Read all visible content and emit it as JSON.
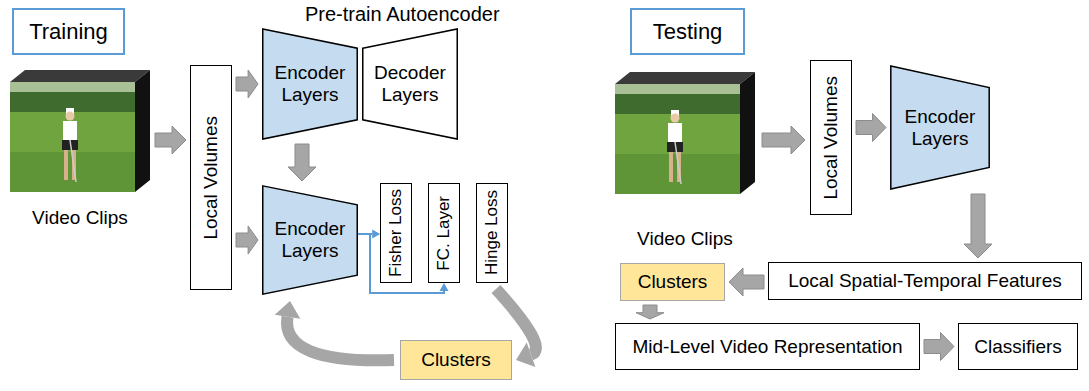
{
  "diagram": {
    "nodes": [
      {
        "text": [
          "Training"
        ]
      },
      {
        "text": [
          "Local Volumes"
        ]
      },
      {
        "text": [
          "Encoder Layers"
        ]
      },
      {
        "text": [
          "Decoder Layers"
        ]
      },
      {
        "text": [
          "Encoder Layers"
        ]
      },
      {
        "text": [
          "Fisher Loss"
        ]
      },
      {
        "text": [
          "FC. Layer"
        ]
      },
      {
        "text": [
          "Hinge Loss"
        ]
      },
      {
        "text": [
          "Clusters"
        ]
      },
      {
        "text": [
          "Testing"
        ]
      },
      {
        "text": [
          "Local Volumes"
        ]
      },
      {
        "text": [
          "Encoder Layers"
        ]
      },
      {
        "text": [
          "Local Spatial-Temporal Features"
        ]
      },
      {
        "text": [
          "Clusters"
        ]
      },
      {
        "text": [
          "Mid-Level Video Representation"
        ]
      },
      {
        "text": [
          "Classifiers"
        ]
      }
    ],
    "edges": [
      {
        "from": 1,
        "to": 2,
        "arrow": "to"
      },
      {
        "from": 1,
        "to": 4,
        "arrow": "to"
      },
      {
        "from": 2,
        "to": 4,
        "arrow": "to"
      },
      {
        "from": 4,
        "to": 5,
        "arrow": "to"
      },
      {
        "from": 4,
        "to": 6,
        "arrow": "to"
      },
      {
        "from": 7,
        "to": 8,
        "arrow": "to"
      },
      {
        "from": 8,
        "to": 4,
        "arrow": "to"
      },
      {
        "from": 10,
        "to": 11,
        "arrow": "to"
      },
      {
        "from": 11,
        "to": 12,
        "arrow": "to"
      },
      {
        "from": 12,
        "to": 13,
        "arrow": "to"
      },
      {
        "from": 13,
        "to": 14,
        "arrow": "to"
      },
      {
        "from": 14,
        "to": 15,
        "arrow": "to"
      }
    ],
    "labels": [
      "Pre-train Autoencoder",
      "Video Clips",
      "Video Clips"
    ]
  }
}
